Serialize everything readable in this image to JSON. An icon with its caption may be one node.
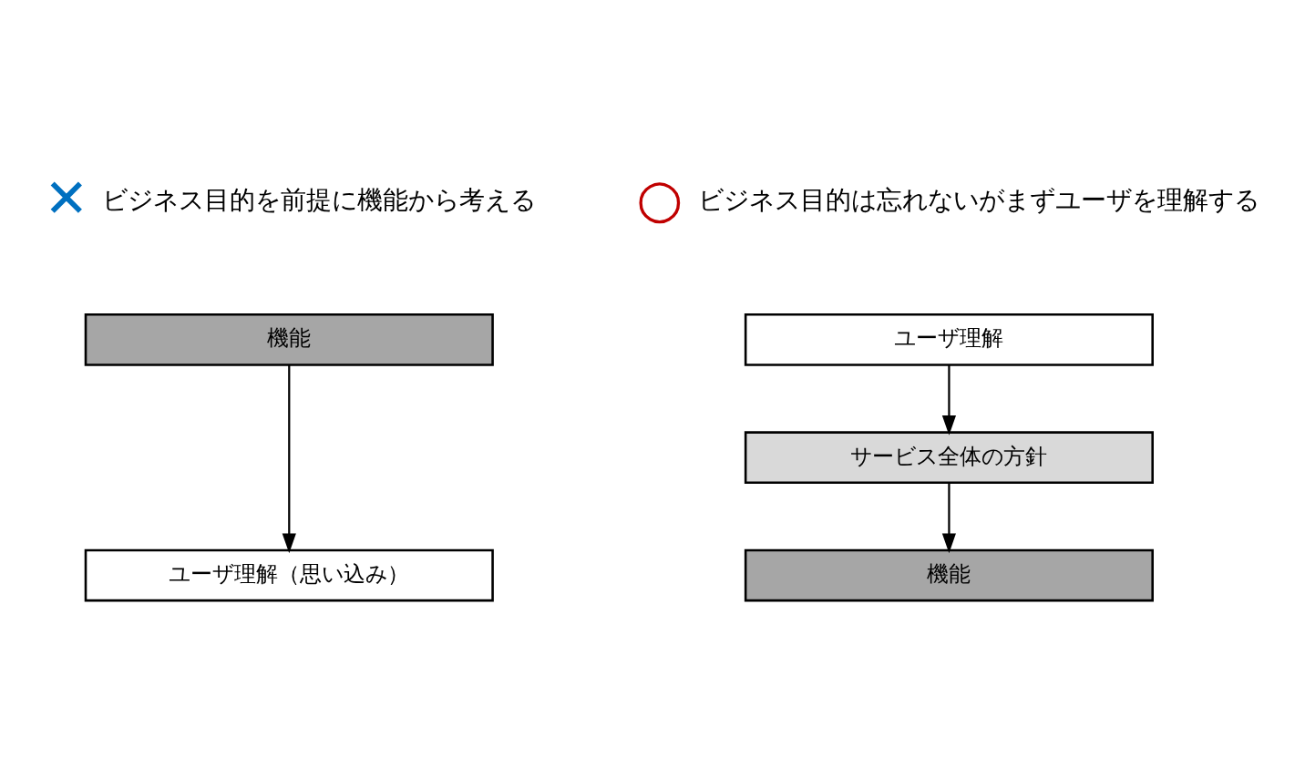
{
  "diagram": {
    "nodes": [
      {
        "text": [
          "機能"
        ]
      },
      {
        "text": [
          "ユーザ理解（思い込み）"
        ]
      },
      {
        "text": [
          "ユーザ理解"
        ]
      },
      {
        "text": [
          "サービス全体の方針"
        ]
      },
      {
        "text": [
          "機能"
        ]
      }
    ],
    "edges": [
      {
        "from": 0,
        "to": 1,
        "arrow": "to"
      },
      {
        "from": 2,
        "to": 3,
        "arrow": "to"
      },
      {
        "from": 3,
        "to": 4,
        "arrow": "to"
      }
    ],
    "labels": [
      "✕",
      "ビジネス目的を前提に機能から考える",
      "○",
      "ビジネス目的は忘れないがまずユーザを理解する"
    ]
  }
}
